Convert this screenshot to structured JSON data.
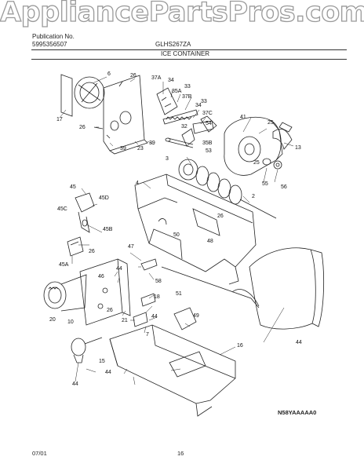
{
  "watermark": "AppliancePartsPros.com",
  "header": {
    "publication_label": "Publication No.",
    "publication_number": "5995356507",
    "model": "GLHS267ZA",
    "section_title": "ICE CONTAINER"
  },
  "diagram_code": "N58YAAAAA0",
  "footer": {
    "date": "07/01",
    "page": "16"
  },
  "callouts": [
    "6",
    "26",
    "37A",
    "34",
    "33",
    "35A",
    "37B",
    "33",
    "34",
    "37C",
    "17",
    "26",
    "32",
    "54",
    "41",
    "25",
    "39",
    "23",
    "39",
    "35B",
    "53",
    "13",
    "3",
    "25",
    "55",
    "56",
    "4",
    "45",
    "45D",
    "2",
    "45C",
    "26",
    "45B",
    "50",
    "45A",
    "26",
    "48",
    "47",
    "58",
    "44",
    "46",
    "51",
    "18",
    "20",
    "10",
    "44",
    "26",
    "21",
    "7",
    "44",
    "49",
    "16",
    "15",
    "44",
    "44"
  ]
}
